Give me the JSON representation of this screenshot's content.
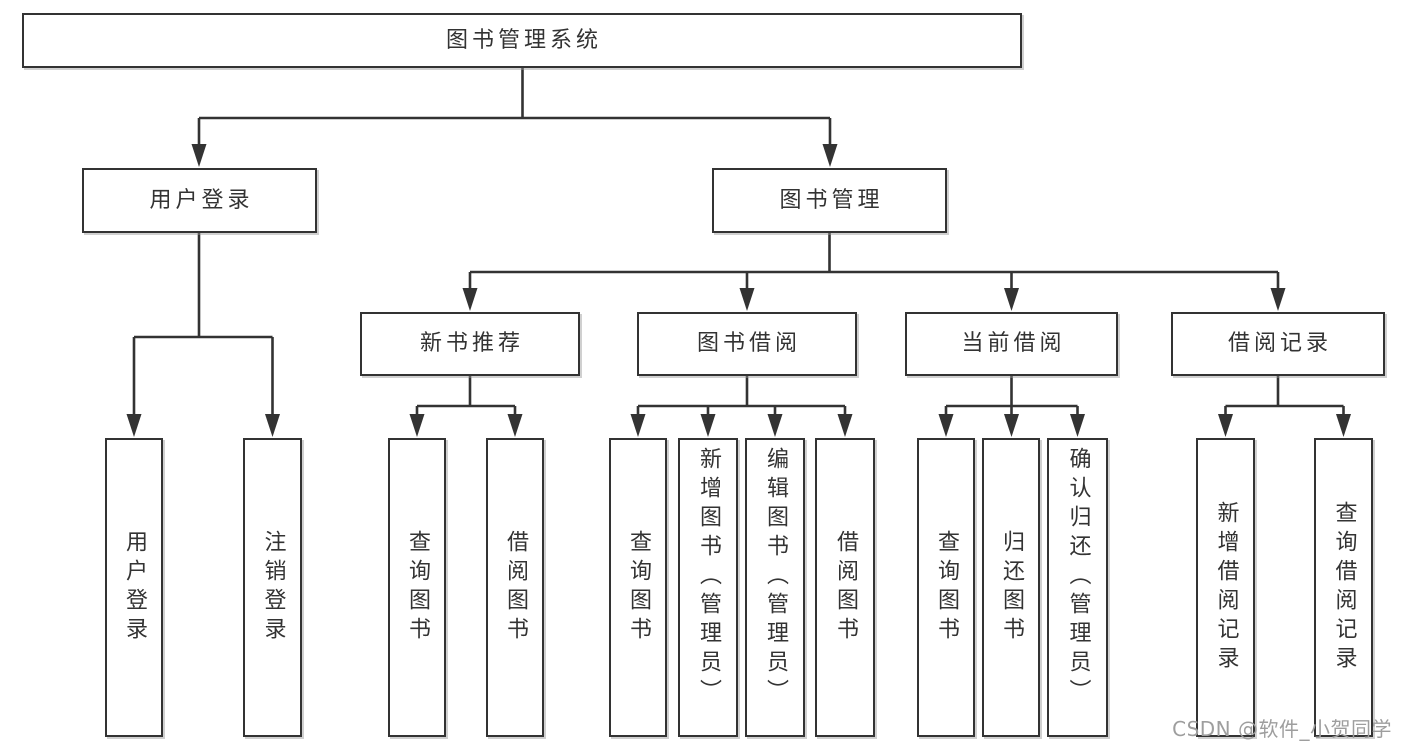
{
  "diagram": {
    "type": "hierarchy-tree",
    "title": "图书管理系统",
    "hierarchy": {
      "图书管理系统": [
        "用户登录",
        "图书管理"
      ],
      "用户登录": [
        "用户登录",
        "注销登录"
      ],
      "图书管理": [
        "新书推荐",
        "图书借阅",
        "当前借阅",
        "借阅记录"
      ],
      "新书推荐": [
        "查询图书",
        "借阅图书"
      ],
      "图书借阅": [
        "查询图书",
        "新增图书（管理员）",
        "编辑图书（管理员）",
        "借阅图书"
      ],
      "当前借阅": [
        "查询图书",
        "归还图书",
        "确认归还（管理员）"
      ],
      "借阅记录": [
        "新增借阅记录",
        "查询借阅记录"
      ]
    }
  },
  "nodes": {
    "root": "图书管理系统",
    "l2": [
      "用户登录",
      "图书管理"
    ],
    "l3": [
      "新书推荐",
      "图书借阅",
      "当前借阅",
      "借阅记录"
    ],
    "leaves": [
      "用户登录",
      "注销登录",
      "查询图书",
      "借阅图书",
      "查询图书",
      "新增图书（管理员）",
      "编辑图书（管理员）",
      "借阅图书",
      "查询图书",
      "归还图书",
      "确认归还（管理员）",
      "新增借阅记录",
      "查询借阅记录"
    ]
  },
  "watermark": "CSDN @软件_小贺同学",
  "colors": {
    "line": "#333333",
    "box_border": "#333333",
    "box_fill": "#ffffff",
    "text": "#333333",
    "watermark": "#9e9e9e",
    "background": "#ffffff"
  }
}
